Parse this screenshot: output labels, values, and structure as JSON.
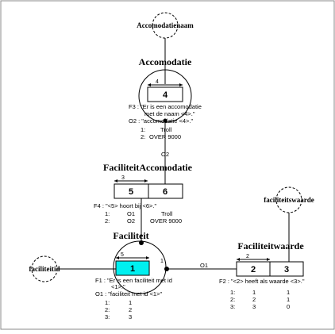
{
  "frame": {
    "border_color": "#888888",
    "fill_highlight": "#00f0f0"
  },
  "value_types": {
    "accomodatienaam": "Accomodatienaam",
    "faciliteitid": "faciliteitid",
    "faciliteitswaarde": "faciliteitswaarde"
  },
  "entities": {
    "accomodatie": "Accomodatie",
    "faciliteitaccomodatie": "FaciliteitAccomodatie",
    "faciliteit": "Faciliteit",
    "faciliteitwaarde": "Faciliteitwaarde"
  },
  "roles": {
    "r4": "4",
    "r5a": "5",
    "r6": "6",
    "r1": "1",
    "r2": "2",
    "r3": "3"
  },
  "uniqueness_labels": {
    "acc": "4",
    "fa": "3",
    "fac": "5",
    "fw": "2",
    "conn_right": "1"
  },
  "connector_labels": {
    "o2": "O2",
    "o1": "O1"
  },
  "facts": {
    "f3_line1": "F3 : \"Er is een accomodatie",
    "f3_line2": "met de naam <4>.\"",
    "o2_line": "O2 : \"accomodatie <4>.\"",
    "f4_line": "F4 : \"<5> hoort bij <6>.\"",
    "f1_line1": "F1 : \"Er is een faciliteit met id",
    "f1_line2": "<1>.\"",
    "o1_line": "O1 : \"faciliteit met id <1>\"",
    "f2_line": "F2 : \"<2> heeft als waarde <3>.\""
  },
  "populations": {
    "accomodatie": [
      {
        "n": "1:",
        "v": "Troll"
      },
      {
        "n": "2:",
        "v": "OVER 9000"
      }
    ],
    "faciliteitaccomodatie": [
      {
        "n": "1:",
        "a": "O1",
        "b": "Troll"
      },
      {
        "n": "2:",
        "a": "O2",
        "b": "OVER 9000"
      }
    ],
    "faciliteit": [
      {
        "n": "1:",
        "v": "1"
      },
      {
        "n": "2:",
        "v": "2"
      },
      {
        "n": "3:",
        "v": "3"
      }
    ],
    "faciliteitwaarde": [
      {
        "n": "1:",
        "a": "1",
        "b": "1"
      },
      {
        "n": "2:",
        "a": "2",
        "b": "1"
      },
      {
        "n": "3:",
        "a": "3",
        "b": "0"
      }
    ]
  }
}
